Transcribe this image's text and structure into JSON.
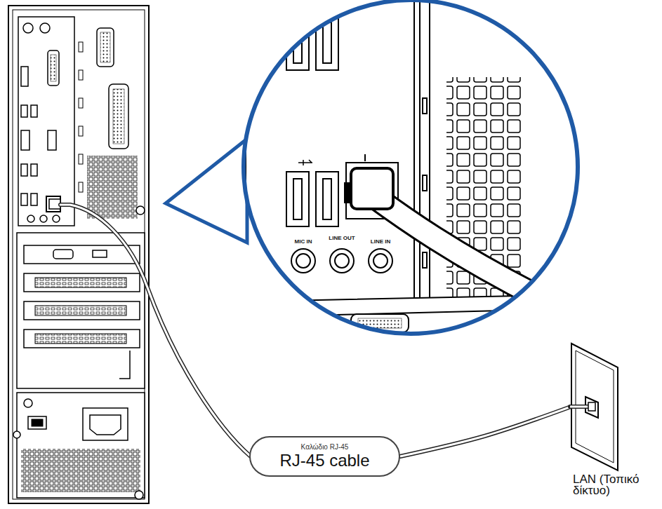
{
  "diagram": {
    "nodes": [
      {
        "text": [
          "RJ-45 cable",
          "Καλώδιο RJ-45"
        ]
      },
      {
        "text": [
          "LAN (Τοπικό δίκτυο)"
        ]
      }
    ],
    "edges": [
      {
        "from": 0,
        "to": 1,
        "arrow": "none"
      }
    ],
    "labels": [
      "MIC IN",
      "LINE OUT",
      "LINE IN"
    ]
  }
}
